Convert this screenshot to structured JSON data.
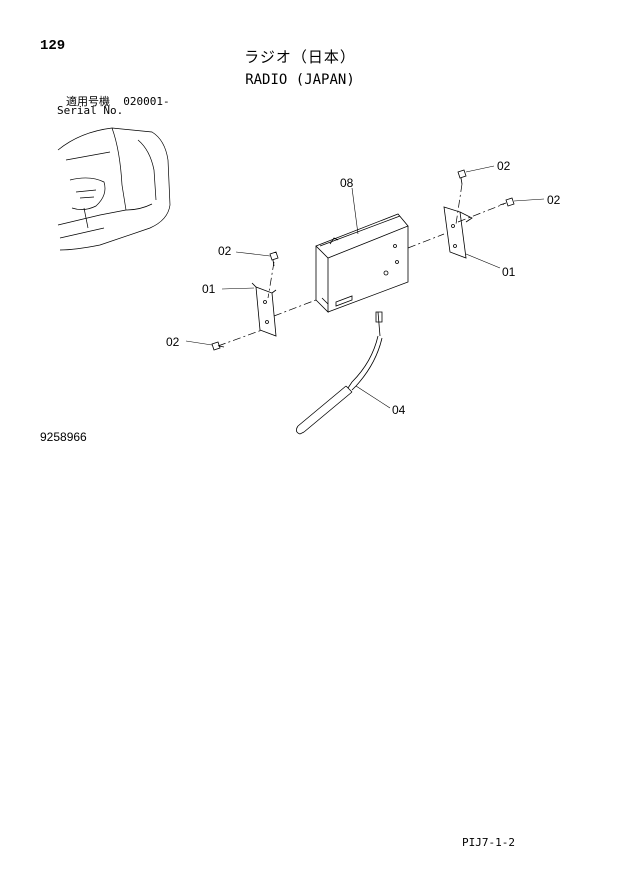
{
  "page": {
    "number": "129"
  },
  "title": {
    "japanese": "ラジオ（日本）",
    "english": "RADIO (JAPAN)"
  },
  "serial": {
    "japanese_label": "適用号機",
    "value": "020001-",
    "english_label": "Serial No."
  },
  "drawing_number": "9258966",
  "footer_code": "PIJ7-1-2",
  "callouts": {
    "c1": "02",
    "c2": "08",
    "c3": "02",
    "c4": "02",
    "c5": "01",
    "c6": "01",
    "c7": "02",
    "c8": "04"
  }
}
